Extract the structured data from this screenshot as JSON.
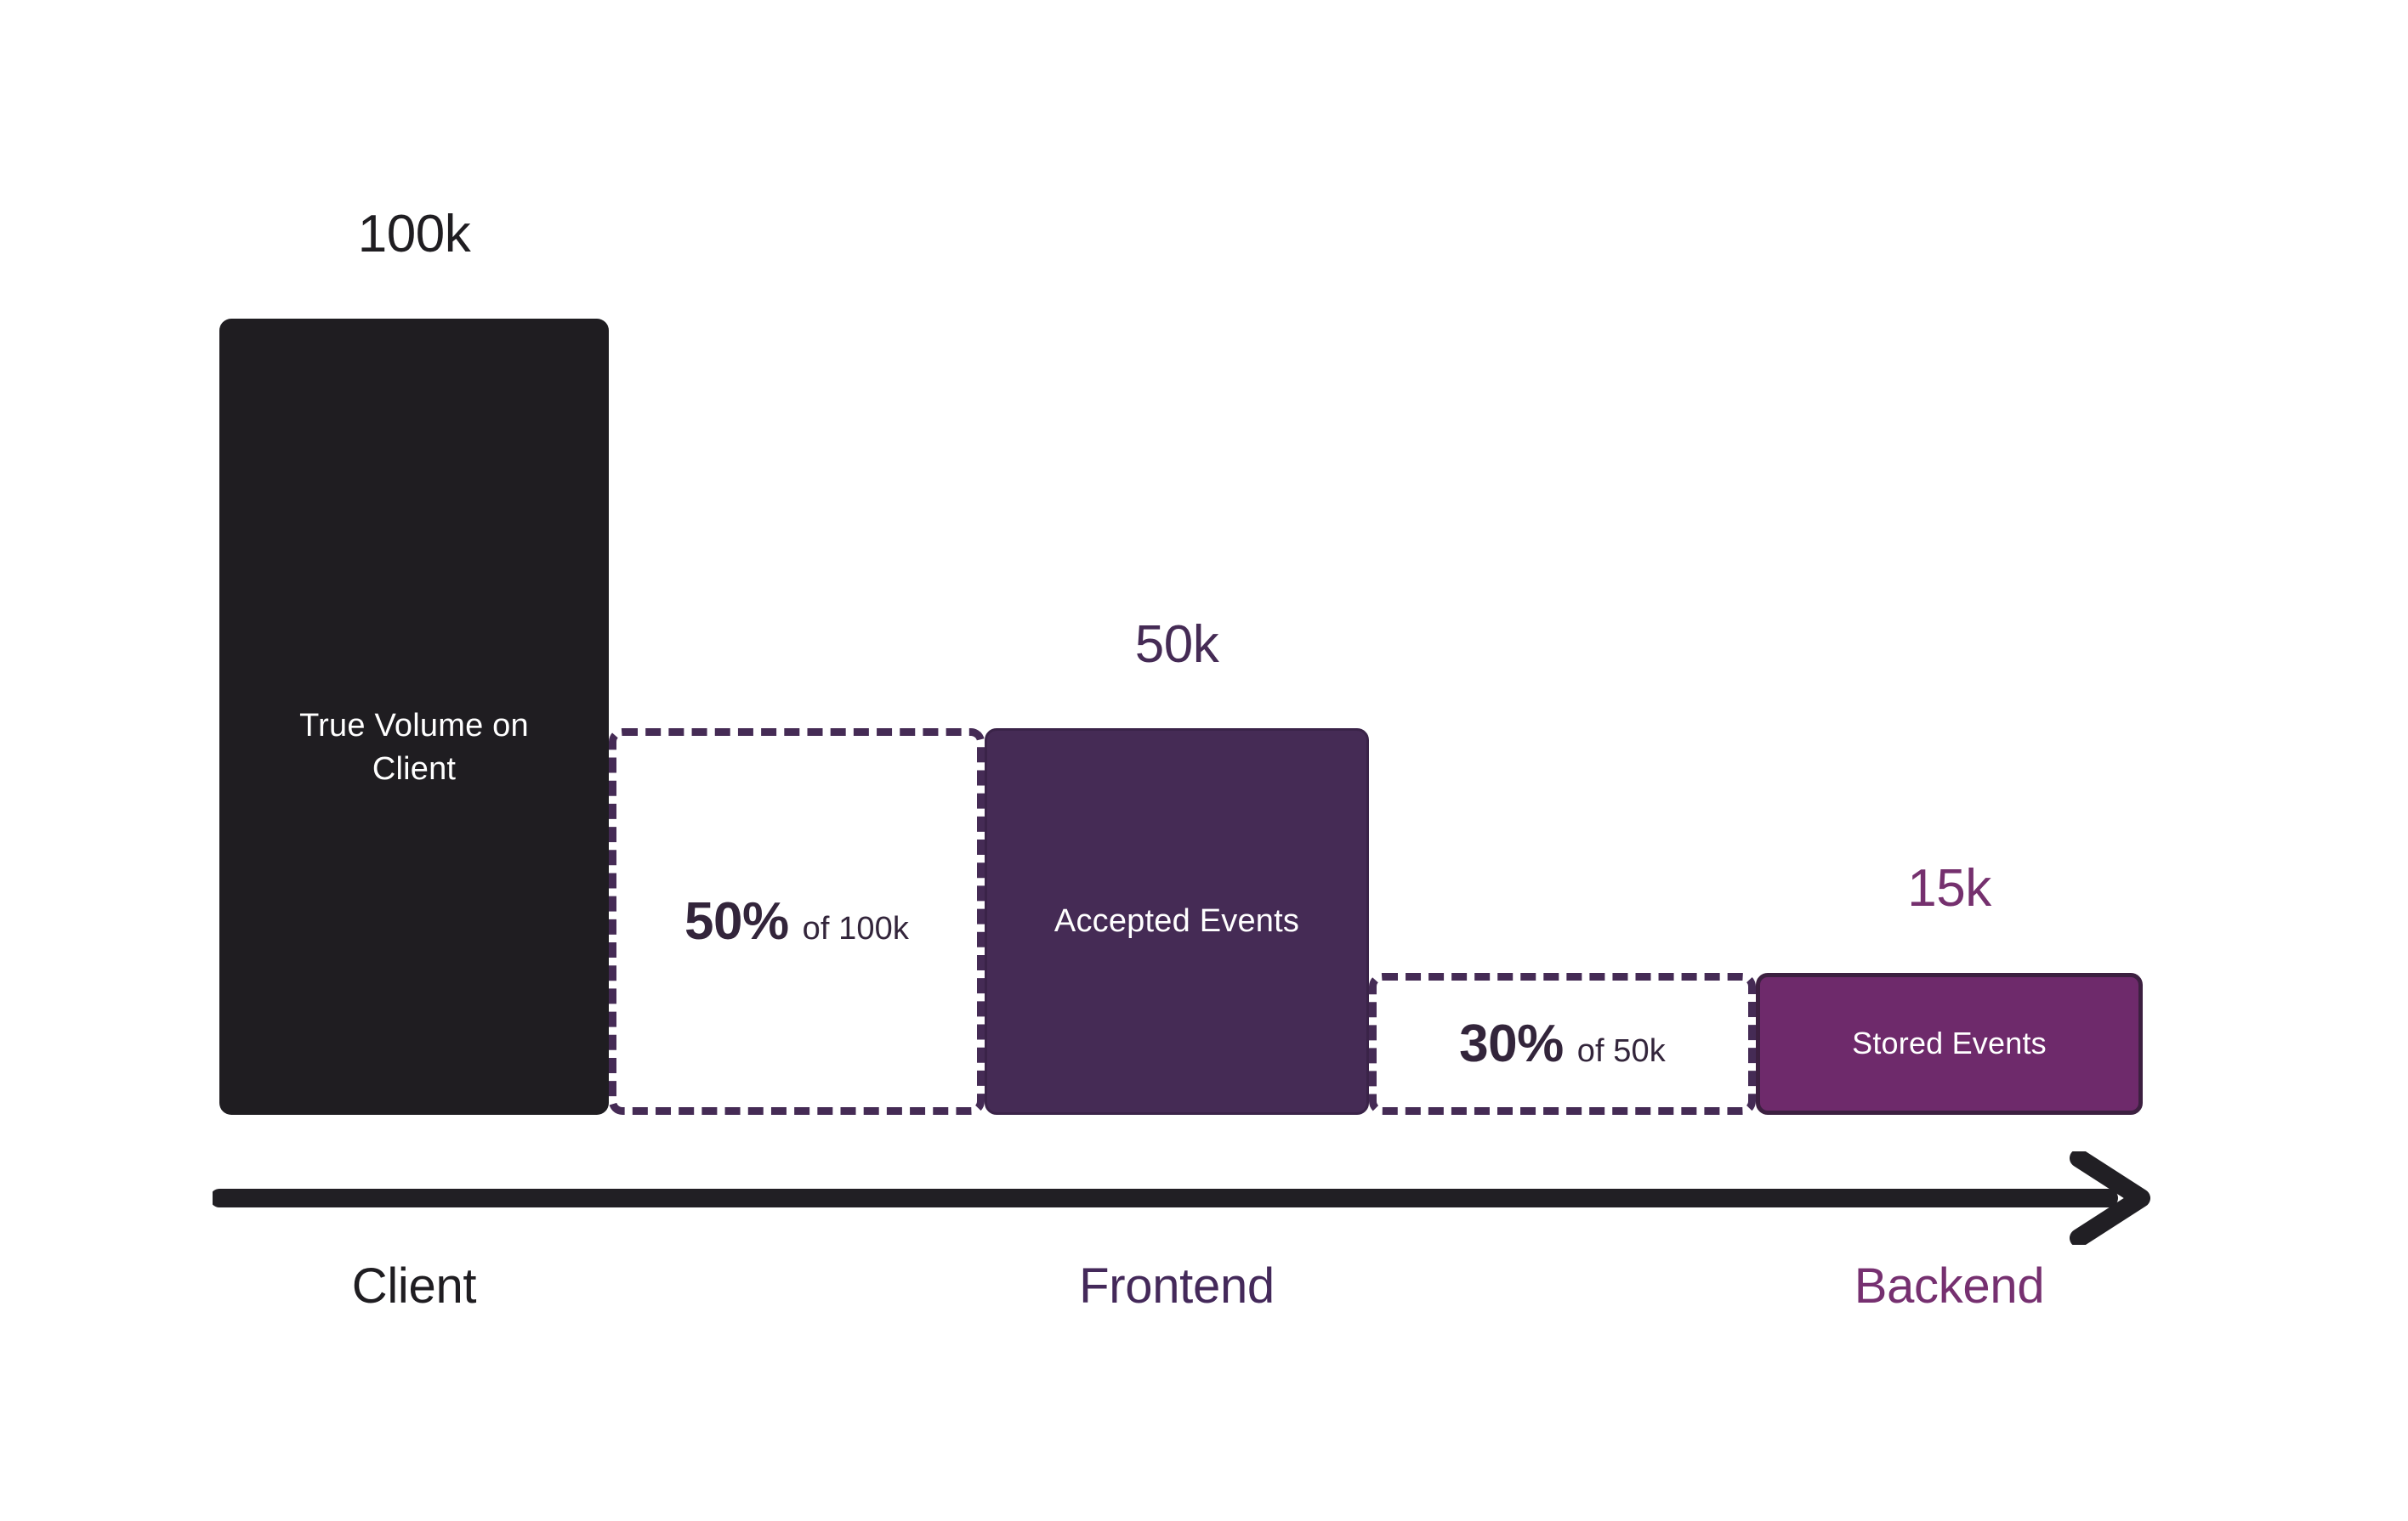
{
  "chart_data": {
    "type": "bar",
    "title": "",
    "subtitle": "",
    "xlabel": "",
    "ylabel": "",
    "grid": false,
    "legend_position": "none",
    "categories": [
      "Client",
      "Frontend",
      "Backend"
    ],
    "values": [
      100000,
      50000,
      15000
    ],
    "value_labels": [
      "100k",
      "50k",
      "15k"
    ],
    "bar_labels": [
      "True Volume on Client",
      "Accepted Events",
      "Stored Events"
    ],
    "drop_offs": [
      {
        "percent": "50%",
        "of": "of 100k",
        "from": 100000,
        "to": 50000
      },
      {
        "percent": "30%",
        "of": "of 50k",
        "from": 50000,
        "to": 15000
      }
    ],
    "ylim": [
      0,
      100000
    ],
    "colors": {
      "client_bar": "#1F1D21",
      "frontend_bar": "#452B55",
      "backend_bar": "#6E2A6B",
      "backend_bar_border": "#3C2040",
      "dashed_outline": "#452B55",
      "drop_text": "#33253B",
      "axis_arrow": "#211F24",
      "client_text": "#1F1D21",
      "frontend_text": "#44295A",
      "backend_text": "#763070",
      "bar_label_text": "#FFFFFF",
      "background": "#FFFFFF"
    }
  },
  "bars": [
    {
      "value_label": "100k",
      "inner_label": "True Volume on Client",
      "axis_label": "Client"
    },
    {
      "value_label": "50k",
      "inner_label": "Accepted Events",
      "axis_label": "Frontend"
    },
    {
      "value_label": "15k",
      "inner_label": "Stored Events",
      "axis_label": "Backend"
    }
  ],
  "drops": [
    {
      "percent": "50%",
      "of_text": "of 100k"
    },
    {
      "percent": "30%",
      "of_text": "of 50k"
    }
  ],
  "axis": {
    "arrow_icon": "right-arrow-icon"
  }
}
